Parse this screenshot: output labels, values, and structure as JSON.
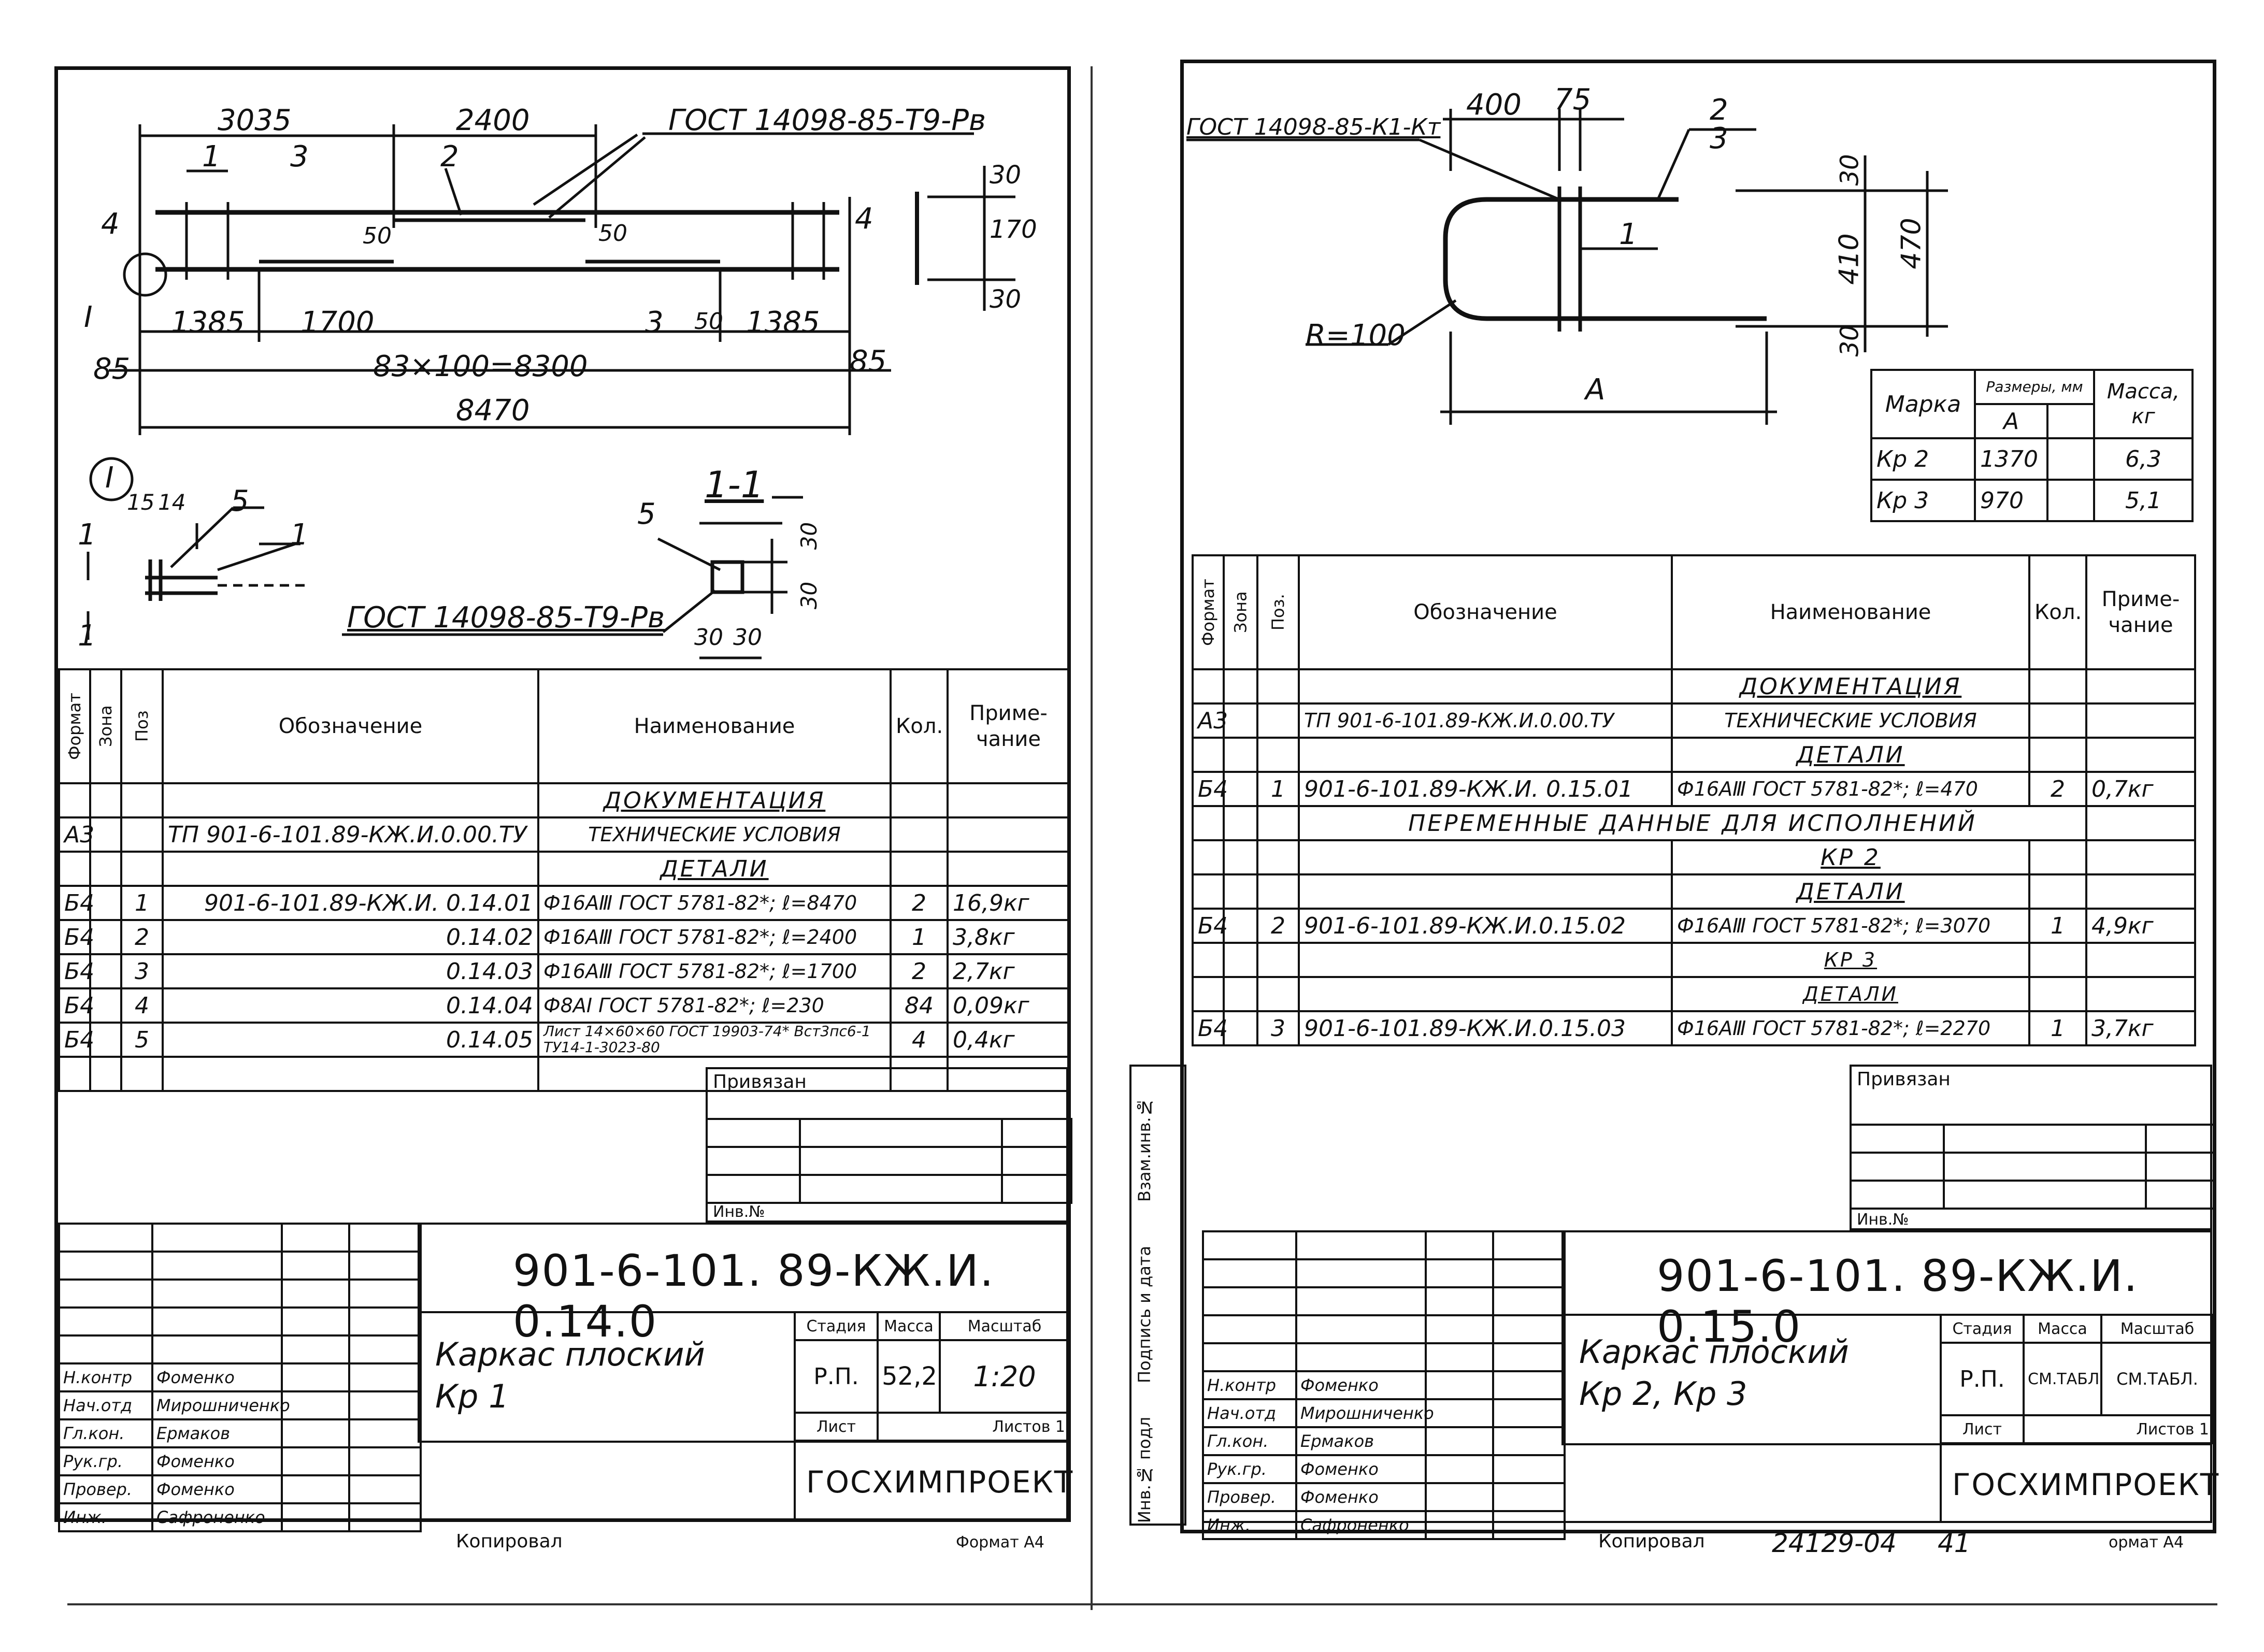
{
  "left": {
    "drawing": {
      "gost_top": "ГОСТ 14098-85-Т9-Рв",
      "gost_bottom": "ГОСТ 14098-85-Т9-Рв",
      "dims": {
        "d3035": "3035",
        "d2400": "2400",
        "d1385a": "1385",
        "d1700": "1700",
        "d50a": "50",
        "d50b": "50",
        "d50c": "50",
        "d1385b": "1385",
        "d85a": "85",
        "d85b": "85",
        "d8300": "83×100=8300",
        "d8470": "8470",
        "d30a": "30",
        "d170": "170",
        "d30b": "30",
        "d15": "15",
        "d14": "14",
        "d30c": "30",
        "d30d": "30",
        "d30e": "30",
        "d30f": "30"
      },
      "pos": {
        "p1": "1",
        "p2": "2",
        "p3": "3",
        "p3b": "3",
        "p4": "4",
        "p4b": "4",
        "p5": "5",
        "p1b": "1",
        "p1c": "1",
        "p1d": "1"
      },
      "node_mark": "I",
      "section_mark": "1-1",
      "section_node": "I"
    },
    "spec": {
      "headers": {
        "format": "Формат",
        "zone": "Зона",
        "pos": "Поз",
        "designation": "Обозначение",
        "name": "Наименование",
        "qty": "Кол.",
        "note": "Приме-чание"
      },
      "rows": [
        {
          "format": "",
          "pos": "",
          "designation": "",
          "name": "Документация",
          "qty": "",
          "note": ""
        },
        {
          "format": "А3",
          "pos": "",
          "designation": "ТП 901-6-101.89-КЖ.И.0.00.ТУ",
          "name": "Технические условия",
          "qty": "",
          "note": ""
        },
        {
          "format": "",
          "pos": "",
          "designation": "",
          "name": "Детали",
          "qty": "",
          "note": ""
        },
        {
          "format": "Б4",
          "pos": "1",
          "designation": "901-6-101.89-КЖ.И.   0.14.01",
          "name": "Ф16АⅢ ГОСТ 5781-82*; ℓ=8470",
          "qty": "2",
          "note": "16,9кг"
        },
        {
          "format": "Б4",
          "pos": "2",
          "designation": "0.14.02",
          "name": "Ф16АⅢ ГОСТ 5781-82*; ℓ=2400",
          "qty": "1",
          "note": "3,8кг"
        },
        {
          "format": "Б4",
          "pos": "3",
          "designation": "0.14.03",
          "name": "Ф16АⅢ ГОСТ 5781-82*; ℓ=1700",
          "qty": "2",
          "note": "2,7кг"
        },
        {
          "format": "Б4",
          "pos": "4",
          "designation": "0.14.04",
          "name": "Ф8АⅠ ГОСТ 5781-82*; ℓ=230",
          "qty": "84",
          "note": "0,09кг"
        },
        {
          "format": "Б4",
          "pos": "5",
          "designation": "0.14.05",
          "name": "Лист 14×60×60 ГОСТ 19903-74* Вст3пс6-1 ТУ14-1-3023-80",
          "qty": "4",
          "note": "0,4кг"
        }
      ]
    },
    "stamp": {
      "privyazan": "Привязан",
      "inv": "Инв.№",
      "code": "901-6-101. 89-КЖ.И. 0.14.0",
      "title": "Каркас плоский Кр 1",
      "stage_h": "Стадия",
      "mass_h": "Масса",
      "scale_h": "Масштаб",
      "stage": "Р.П.",
      "mass": "52,2",
      "scale": "1:20",
      "sheet_h": "Лист",
      "sheets_h": "Листов 1",
      "org": "ГОСХИМПРОЕКТ",
      "roles": [
        "Н.контр",
        "Нач.отд",
        "Гл.кон.",
        "Рук.гр.",
        "Провер.",
        "Инж."
      ],
      "names": [
        "Фоменко",
        "Мирошниченко",
        "Ермаков",
        "Фоменко",
        "Фоменко",
        "Сафроненко"
      ]
    },
    "footer": {
      "copied": "Копировал",
      "format": "Формат А4"
    }
  },
  "right": {
    "drawing": {
      "gost": "ГОСТ 14098-85-К1-Кт",
      "dims": {
        "d400": "400",
        "d75": "75",
        "d30a": "30",
        "d410": "410",
        "d470": "470",
        "d30b": "30",
        "r100": "R=100",
        "A": "А"
      },
      "pos": {
        "p2": "2",
        "p3": "3",
        "p1": "1"
      }
    },
    "marks": {
      "h_mark": "Марка",
      "h_dims": "Размеры, мм",
      "h_a": "А",
      "h_mass": "Масса, кг",
      "rows": [
        {
          "mark": "Кр 2",
          "a": "1370",
          "mass": "6,3"
        },
        {
          "mark": "Кр 3",
          "a": "970",
          "mass": "5,1"
        }
      ]
    },
    "spec": {
      "headers": {
        "format": "Формат",
        "zone": "Зона",
        "pos": "Поз.",
        "designation": "Обозначение",
        "name": "Наименование",
        "qty": "Кол.",
        "note": "Приме-чание"
      },
      "rows": [
        {
          "format": "",
          "pos": "",
          "designation": "",
          "name": "Документация",
          "qty": "",
          "note": ""
        },
        {
          "format": "А3",
          "pos": "",
          "designation": "ТП 901-6-101.89-КЖ.И.0.00.ТУ",
          "name": "Технические условия",
          "qty": "",
          "note": ""
        },
        {
          "format": "",
          "pos": "",
          "designation": "",
          "name": "Детали",
          "qty": "",
          "note": ""
        },
        {
          "format": "Б4",
          "pos": "1",
          "designation": "901-6-101.89-КЖ.И. 0.15.01",
          "name": "Ф16АⅢ ГОСТ 5781-82*; ℓ=470",
          "qty": "2",
          "note": "0,7кг"
        },
        {
          "format": "",
          "pos": "",
          "designation": "",
          "name": "Переменные данные для исполнений",
          "qty": "",
          "note": ""
        },
        {
          "format": "",
          "pos": "",
          "designation": "",
          "name": "Кр 2",
          "qty": "",
          "note": ""
        },
        {
          "format": "",
          "pos": "",
          "designation": "",
          "name": "Детали",
          "qty": "",
          "note": ""
        },
        {
          "format": "Б4",
          "pos": "2",
          "designation": "901-6-101.89-КЖ.И.0.15.02",
          "name": "Ф16АⅢ ГОСТ 5781-82*; ℓ=3070",
          "qty": "1",
          "note": "4,9кг"
        },
        {
          "format": "",
          "pos": "",
          "designation": "",
          "name": "Кр 3",
          "qty": "",
          "note": ""
        },
        {
          "format": "",
          "pos": "",
          "designation": "",
          "name": "Детали",
          "qty": "",
          "note": ""
        },
        {
          "format": "Б4",
          "pos": "3",
          "designation": "901-6-101.89-КЖ.И.0.15.03",
          "name": "Ф16АⅢ ГОСТ 5781-82*; ℓ=2270",
          "qty": "1",
          "note": "3,7кг"
        }
      ]
    },
    "side": {
      "vzam": "Взам.инв.№",
      "podp": "Подпись и дата",
      "invpodl": "Инв.№ подл"
    },
    "stamp": {
      "privyazan": "Привязан",
      "inv": "Инв.№",
      "code": "901-6-101. 89-КЖ.И. 0.15.0",
      "title": "Каркас плоский Кр 2, Кр 3",
      "stage_h": "Стадия",
      "mass_h": "Масса",
      "scale_h": "Масштаб",
      "stage": "Р.П.",
      "mass": "СМ.ТАБЛ",
      "scale": "СМ.ТАБЛ.",
      "sheet_h": "Лист",
      "sheets_h": "Листов 1",
      "org": "ГОСХИМПРОЕКТ",
      "roles": [
        "Н.контр",
        "Нач.отд",
        "Гл.кон.",
        "Рук.гр.",
        "Провер.",
        "Инж."
      ],
      "names": [
        "Фоменко",
        "Мирошниченко",
        "Ермаков",
        "Фоменко",
        "Фоменко",
        "Сафроненко"
      ]
    },
    "footer": {
      "copied": "Копировал",
      "number": "24129-04",
      "page": "41",
      "format": "ормат А4"
    }
  }
}
